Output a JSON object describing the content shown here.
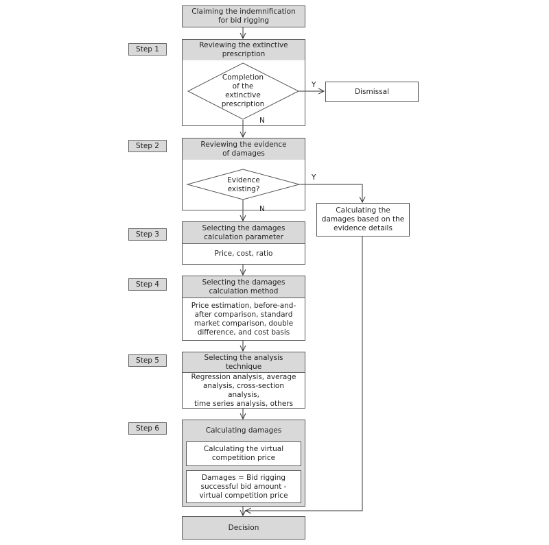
{
  "start": "Claiming the indemnification\nfor bid rigging",
  "steps": [
    "Step 1",
    "Step 2",
    "Step 3",
    "Step 4",
    "Step 5",
    "Step 6"
  ],
  "step1": {
    "title": "Reviewing the extinctive\nprescription",
    "decision": "Completion\nof the\nextinctive\nprescription",
    "yes": "Y",
    "no": "N",
    "yes_outcome": "Dismissal"
  },
  "step2": {
    "title": "Reviewing the evidence\nof damages",
    "decision": "Evidence\nexisting?",
    "yes": "Y",
    "no": "N",
    "yes_outcome": "Calculating the\ndamages based on the\nevidence details"
  },
  "step3": {
    "title": "Selecting the damages\ncalculation parameter",
    "body": "Price, cost, ratio"
  },
  "step4": {
    "title": "Selecting the damages\ncalculation method",
    "body": "Price estimation, before-and-\nafter comparison, standard\nmarket comparison, double\ndifference, and cost basis"
  },
  "step5": {
    "title": "Selecting the analysis technique",
    "body": "Regression analysis, average\nanalysis, cross-section analysis,\ntime series analysis, others"
  },
  "step6": {
    "title": "Calculating damages",
    "sub1": "Calculating the virtual\ncompetition price",
    "sub2": "Damages = Bid rigging\nsuccessful bid amount -\nvirtual competition price"
  },
  "end": "Decision",
  "colors": {
    "header_fill": "#d9d9d9",
    "border": "#555555",
    "line": "#333333"
  }
}
